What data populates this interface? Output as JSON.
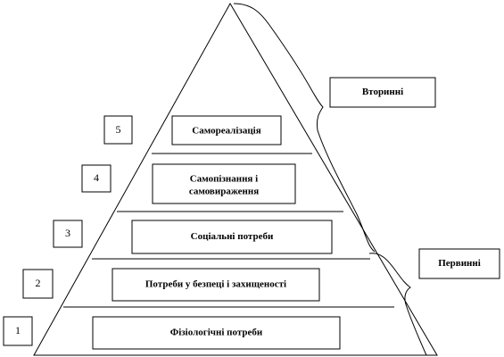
{
  "levels": [
    {
      "number": "1",
      "line1": "Фізіологічні потреби",
      "line2": ""
    },
    {
      "number": "2",
      "line1": "Потреби у безпеці і захищеності",
      "line2": ""
    },
    {
      "number": "3",
      "line1": "Соціальні потреби",
      "line2": ""
    },
    {
      "number": "4",
      "line1": "Самопізнання і",
      "line2": "самовираження"
    },
    {
      "number": "5",
      "line1": "Самореалізація",
      "line2": ""
    }
  ],
  "groups": {
    "secondary": "Вторинні",
    "primary": "Первинні"
  }
}
